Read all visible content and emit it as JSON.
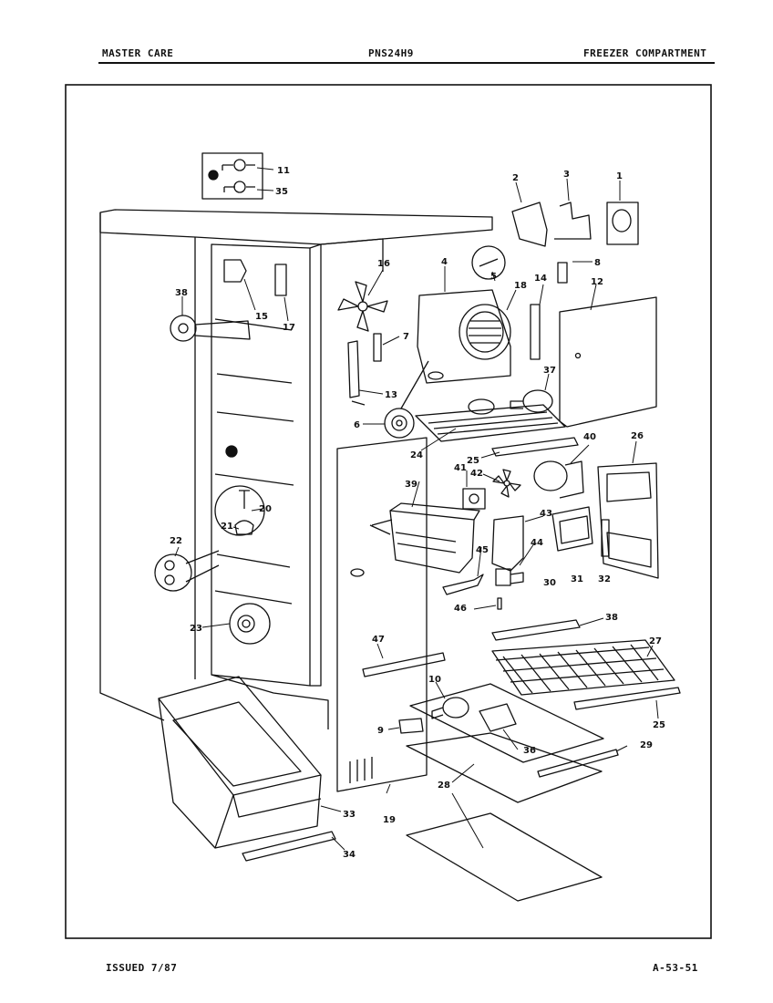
{
  "header": {
    "left": "MASTER CARE",
    "center": "PNS24H9",
    "right": "FREEZER COMPARTMENT"
  },
  "footer": {
    "left": "ISSUED 7/87",
    "right": "A-53-51"
  },
  "callouts": [
    {
      "id": "c1",
      "text": "1"
    },
    {
      "id": "c2",
      "text": "2"
    },
    {
      "id": "c3",
      "text": "3"
    },
    {
      "id": "c4",
      "text": "4"
    },
    {
      "id": "c5",
      "text": "5"
    },
    {
      "id": "c6",
      "text": "6"
    },
    {
      "id": "c7",
      "text": "7"
    },
    {
      "id": "c8",
      "text": "8"
    },
    {
      "id": "c9",
      "text": "9"
    },
    {
      "id": "c10",
      "text": "10"
    },
    {
      "id": "c11",
      "text": "11"
    },
    {
      "id": "c12",
      "text": "12"
    },
    {
      "id": "c13",
      "text": "13"
    },
    {
      "id": "c14",
      "text": "14"
    },
    {
      "id": "c15",
      "text": "15"
    },
    {
      "id": "c16",
      "text": "16"
    },
    {
      "id": "c17",
      "text": "17"
    },
    {
      "id": "c18",
      "text": "18"
    },
    {
      "id": "c19",
      "text": "19"
    },
    {
      "id": "c20",
      "text": "20"
    },
    {
      "id": "c21",
      "text": "21"
    },
    {
      "id": "c22",
      "text": "22"
    },
    {
      "id": "c23",
      "text": "23"
    },
    {
      "id": "c24",
      "text": "24"
    },
    {
      "id": "c25a",
      "text": "25"
    },
    {
      "id": "c25b",
      "text": "25"
    },
    {
      "id": "c26",
      "text": "26"
    },
    {
      "id": "c27",
      "text": "27"
    },
    {
      "id": "c28",
      "text": "28"
    },
    {
      "id": "c29",
      "text": "29"
    },
    {
      "id": "c30",
      "text": "30"
    },
    {
      "id": "c31",
      "text": "31"
    },
    {
      "id": "c32",
      "text": "32"
    },
    {
      "id": "c33",
      "text": "33"
    },
    {
      "id": "c34",
      "text": "34"
    },
    {
      "id": "c35",
      "text": "35"
    },
    {
      "id": "c36",
      "text": "36"
    },
    {
      "id": "c37",
      "text": "37"
    },
    {
      "id": "c38a",
      "text": "38"
    },
    {
      "id": "c38b",
      "text": "38"
    },
    {
      "id": "c39",
      "text": "39"
    },
    {
      "id": "c40",
      "text": "40"
    },
    {
      "id": "c41",
      "text": "41"
    },
    {
      "id": "c42",
      "text": "42"
    },
    {
      "id": "c43",
      "text": "43"
    },
    {
      "id": "c44",
      "text": "44"
    },
    {
      "id": "c45",
      "text": "45"
    },
    {
      "id": "c46",
      "text": "46"
    },
    {
      "id": "c47",
      "text": "47"
    }
  ]
}
